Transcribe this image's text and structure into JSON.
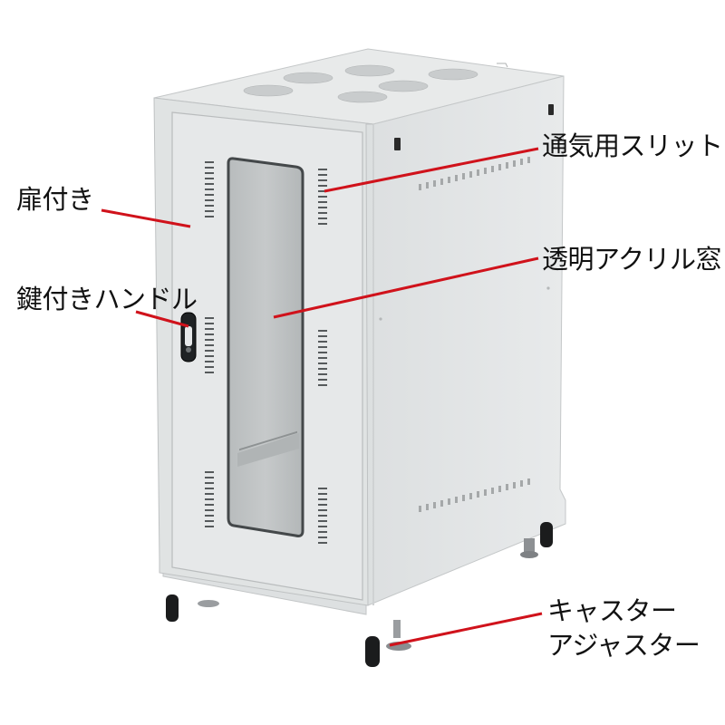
{
  "labels": {
    "door": "扉付き",
    "handle": "鍵付きハンドル",
    "vent": "通気用スリット",
    "window": "透明アクリル窓",
    "caster_line1": "キャスター",
    "caster_line2": "アジャスター"
  },
  "colors": {
    "leader_line": "#d0121b",
    "cabinet": "#e4e6e6"
  }
}
